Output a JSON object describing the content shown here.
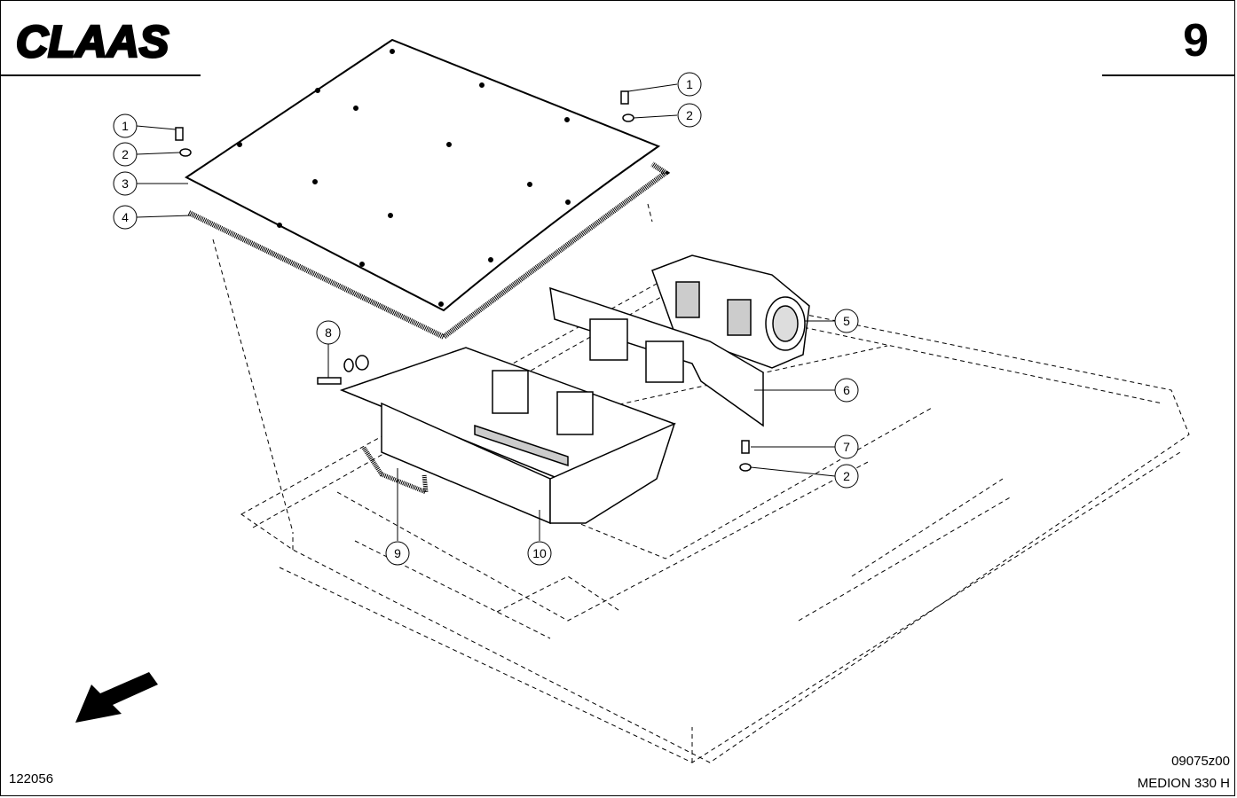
{
  "header": {
    "brand": "CLAAS",
    "page_number": "9"
  },
  "footer": {
    "doc_number": "122056",
    "drawing_code": "09075z00",
    "model": "MEDION 330 H"
  },
  "callouts": [
    {
      "label": "1"
    },
    {
      "label": "2"
    },
    {
      "label": "3"
    },
    {
      "label": "4"
    },
    {
      "label": "1"
    },
    {
      "label": "2"
    },
    {
      "label": "5"
    },
    {
      "label": "6"
    },
    {
      "label": "7"
    },
    {
      "label": "2"
    },
    {
      "label": "8"
    },
    {
      "label": "9"
    },
    {
      "label": "10"
    }
  ]
}
